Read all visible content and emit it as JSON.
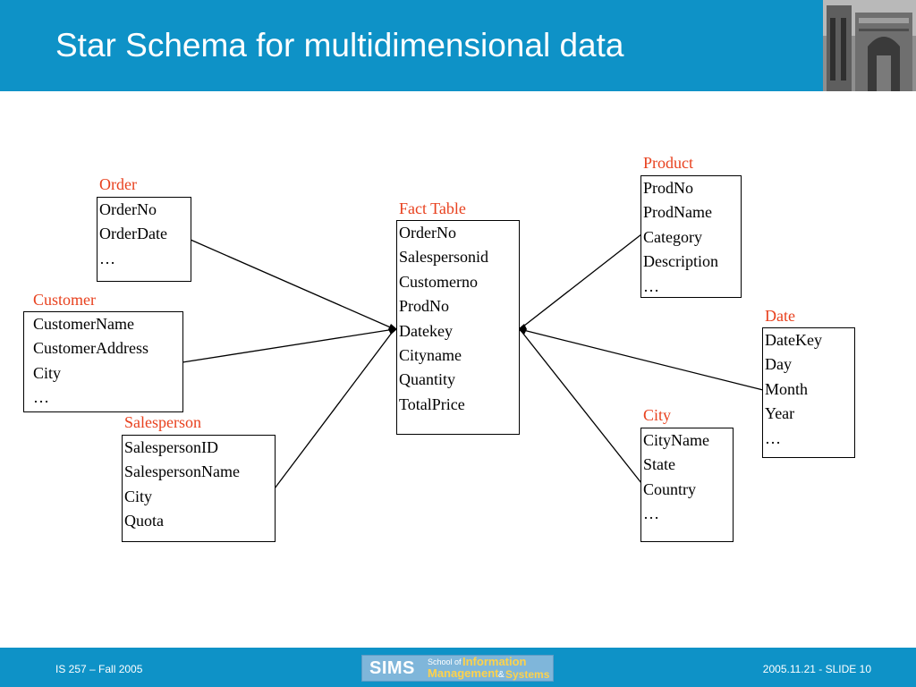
{
  "slide": {
    "title": "Star Schema for multidimensional data",
    "footer_left": "IS 257 – Fall 2005",
    "footer_right": "2005.11.21 - SLIDE 10",
    "logo": {
      "word": "SIMS",
      "school_of": "School of",
      "information": "Information",
      "management": "Management",
      "amp": "&",
      "systems": "Systems"
    }
  },
  "colors": {
    "banner": "#0e92c7",
    "table_title": "#e8411e"
  },
  "tables": {
    "order": {
      "title": "Order",
      "fields": [
        "OrderNo",
        "OrderDate",
        "…"
      ]
    },
    "customer": {
      "title": "Customer",
      "fields": [
        "CustomerName",
        "CustomerAddress",
        "City",
        "…"
      ]
    },
    "salesperson": {
      "title": "Salesperson",
      "fields": [
        "SalespersonID",
        "SalespersonName",
        "City",
        "Quota"
      ]
    },
    "fact": {
      "title": "Fact Table",
      "fields": [
        "OrderNo",
        "Salespersonid",
        "Customerno",
        "ProdNo",
        "Datekey",
        "Cityname",
        "Quantity",
        "TotalPrice"
      ]
    },
    "product": {
      "title": "Product",
      "fields": [
        "ProdNo",
        "ProdName",
        "Category",
        "Description",
        "…"
      ]
    },
    "date": {
      "title": "Date",
      "fields": [
        "DateKey",
        "Day",
        "Month",
        "Year",
        "…"
      ]
    },
    "city": {
      "title": "City",
      "fields": [
        "CityName",
        "State",
        "Country",
        "…"
      ]
    }
  }
}
